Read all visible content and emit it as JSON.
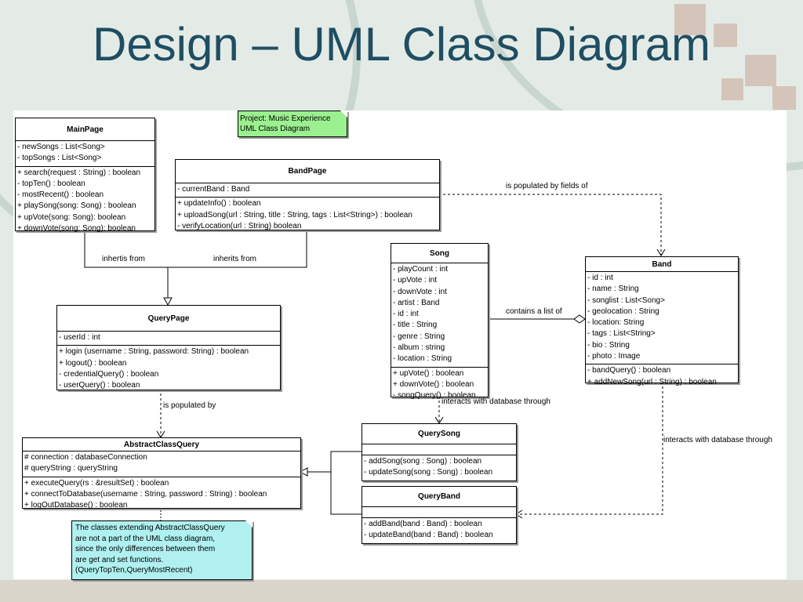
{
  "title": "Design – UML Class Diagram",
  "project_note": [
    "Project: Music Experience",
    "UML Class Diagram"
  ],
  "abstract_note": [
    "The classes extending AbstractClassQuery",
    "are not a part of the UML class diagram,",
    "since the only differences between them",
    "are get and set functions.",
    "(QueryTopTen,QueryMostRecent)"
  ],
  "classes": {
    "mainpage": {
      "name": "MainPage",
      "attributes": [
        "- newSongs : List<Song>",
        "- topSongs : List<Song>"
      ],
      "methods": [
        "+ search(request : String) : boolean",
        "- topTen() : boolean",
        "- mostRecent() : boolean",
        "+ playSong(song: Song) : boolean",
        "+ upVote(song: Song): boolean",
        "+ downVote(song: Song): boolean"
      ]
    },
    "bandpage": {
      "name": "BandPage",
      "attributes": [
        "- currentBand : Band"
      ],
      "methods": [
        "+ updateInfo() : boolean",
        "+ uploadSong(url : String, title : String, tags : List<String>) : boolean",
        "- verifyLocation(url : String) boolean"
      ]
    },
    "song": {
      "name": "Song",
      "attributes": [
        "- playCount : int",
        "- upVote : int",
        "- downVote : int",
        "- artist : Band",
        "- id : int",
        "- title : String",
        "- genre : String",
        "- album : string",
        "- location : String"
      ],
      "methods": [
        "+ upVote() : boolean",
        "+ downVote() : boolean",
        "- songQuery() : boolean"
      ]
    },
    "band": {
      "name": "Band",
      "attributes": [
        "- id : int",
        "- name : String",
        "- songlist : List<Song>",
        "- geolocation : String",
        "- location: String",
        "- tags : List<String>",
        "- bio : String",
        "- photo : Image"
      ],
      "methods": [
        "- bandQuery() : boolean",
        "+ addNewSong(url : String) : boolean"
      ]
    },
    "querypage": {
      "name": "QueryPage",
      "attributes": [
        "- userId : int"
      ],
      "methods": [
        "+ login (username : String, password: String) : boolean",
        "+ logout() : boolean",
        "- credentialQuery() : boolean",
        "- userQuery() : boolean"
      ]
    },
    "abstractclassquery": {
      "name": "AbstractClassQuery",
      "attributes": [
        "# connection : databaseConnection",
        "# queryString : queryString"
      ],
      "methods": [
        "+ executeQuery(rs : &resultSet) : boolean",
        "+ connectToDatabase(username : String, password : String) : boolean",
        "+ logOutDatabase() : boolean"
      ]
    },
    "querysong": {
      "name": "QuerySong",
      "attributes": [],
      "methods": [
        "- addSong(song : Song) : boolean",
        "- updateSong(song : Song) : boolean"
      ]
    },
    "queryband": {
      "name": "QueryBand",
      "attributes": [],
      "methods": [
        "- addBand(band : Band) : boolean",
        "- updateBand(band : Band) : boolean"
      ]
    }
  },
  "relations": {
    "inherits_mainpage": "inhertis from",
    "inherits_bandpage": "inherits from",
    "populated_by_fields": "is populated by fields of",
    "contains_list": "contains a list of",
    "populated_by": "is populated by",
    "song_interacts": "interacts with database through",
    "band_interacts": "interacts with database through"
  },
  "colors": {
    "title": "#1f4e63",
    "project_note": "#9bf08f",
    "abstract_note": "#b0f0f0",
    "canvas": "#ffffff"
  }
}
